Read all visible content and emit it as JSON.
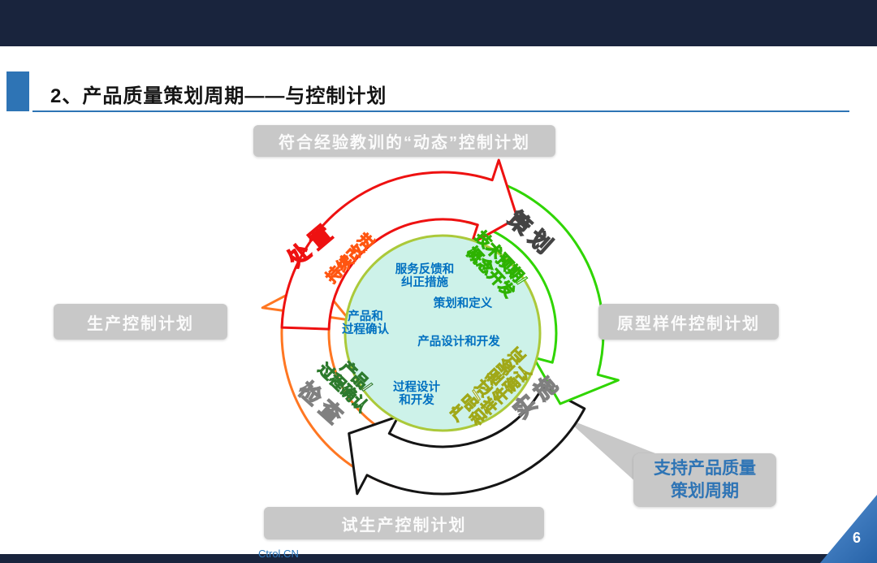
{
  "slide": {
    "title": "2、产品质量策划周期——与控制计划",
    "page_number": "6",
    "watermark": "Ctrol.CN"
  },
  "boxes": {
    "top": "符合经验教训的“动态”控制计划",
    "left": "生产控制计划",
    "right": "原型样件控制计划",
    "bottom": "试生产控制计划",
    "callout_line1": "支持产品质量",
    "callout_line2": "策划周期"
  },
  "cycle": {
    "quadrants": {
      "act": "处置",
      "plan": "策划",
      "do": "实施",
      "check": "检查"
    },
    "ring": {
      "act": "持续改进",
      "plan1": "技术预期/",
      "plan2": "概念开发",
      "do1": "产品/过程验证",
      "do2": "和样件确认",
      "check1": "产品/",
      "check2": "过程确认"
    },
    "inner": {
      "feedback1": "服务反馈和",
      "feedback2": "纠正措施",
      "plan_define": "策划和定义",
      "confirm1": "产品和",
      "confirm2": "过程确认",
      "product_design": "产品设计和开发",
      "process_design1": "过程设计",
      "process_design2": "和开发"
    }
  },
  "colors": {
    "accent_blue": "#2e74b5",
    "band_navy": "#19243d",
    "arrow_red": "#ee1111",
    "arrow_green": "#2fd500",
    "arrow_black": "#151515",
    "arrow_orange": "#ff7722",
    "circle_fill": "#cdf2e9",
    "circle_border": "#abc93a",
    "box_gray": "#c8c8c8",
    "inner_text_blue": "#0070c0"
  }
}
